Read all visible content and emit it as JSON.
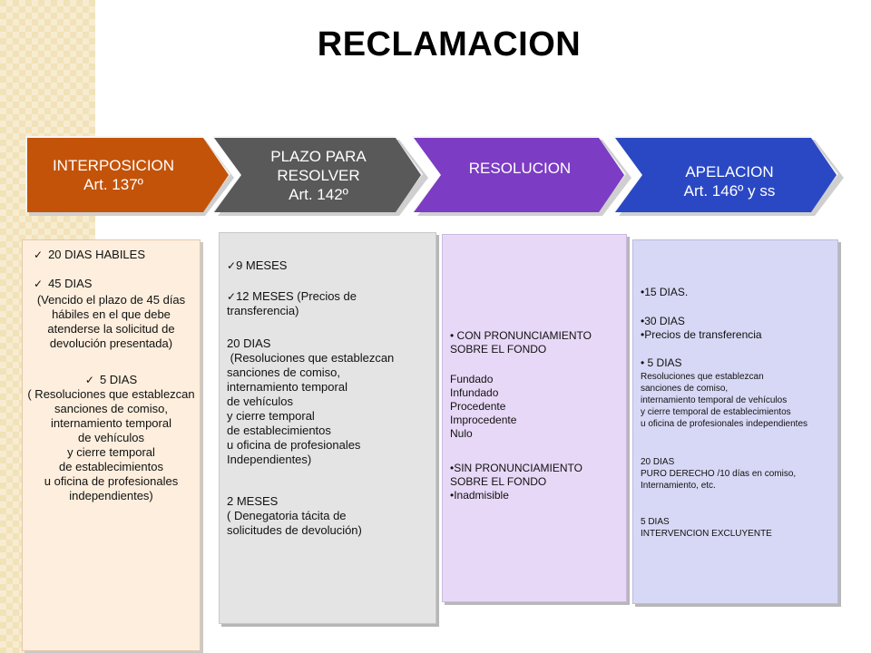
{
  "title": "RECLAMACION",
  "chevrons": [
    {
      "lines": [
        "INTERPOSICION",
        "Art. 137º"
      ],
      "color": "#c4530a"
    },
    {
      "lines": [
        "PLAZO PARA",
        "RESOLVER",
        "Art. 142º"
      ],
      "color": "#595959"
    },
    {
      "lines": [
        "RESOLUCION"
      ],
      "color": "#7c3cc4"
    },
    {
      "lines": [
        "APELACION",
        "Art. 146º y ss"
      ],
      "color": "#2a48c4"
    }
  ],
  "col1": {
    "item1": "20 DIAS HABILES",
    "item2": "45 DIAS",
    "item2_detail": [
      "(Vencido el plazo de 45 días",
      "hábiles en el que debe",
      "atenderse la solicitud de",
      "devolución presentada)"
    ],
    "item3": "5 DIAS",
    "item3_detail": [
      "( Resoluciones que establezcan",
      "sanciones de comiso,",
      "internamiento temporal",
      "de vehículos",
      "y cierre temporal",
      "de establecimientos",
      "u oficina de profesionales",
      "independientes)"
    ]
  },
  "col2": {
    "item1": "9 MESES",
    "item2": [
      "12 MESES (Precios de",
      "transferencia)"
    ],
    "item3": [
      "20 DIAS",
      " (Resoluciones que establezcan",
      "sanciones de comiso,",
      "internamiento temporal",
      "de vehículos",
      "y cierre temporal",
      "de establecimientos",
      "u oficina de profesionales",
      "Independientes)"
    ],
    "item4": [
      "2 MESES",
      "( Denegatoria tácita de",
      "solicitudes de devolución)"
    ]
  },
  "col3": {
    "block1": [
      "• CON PRONUNCIAMIENTO",
      "SOBRE EL FONDO"
    ],
    "block2": [
      "Fundado",
      "Infundado",
      "Procedente",
      "Improcedente",
      "Nulo"
    ],
    "block3": [
      "•SIN PRONUNCIAMIENTO",
      "SOBRE EL FONDO",
      "•Inadmisible"
    ]
  },
  "col4": {
    "a": "•15 DIAS.",
    "b": [
      "•30 DIAS",
      "•Precios de transferencia"
    ],
    "c": "• 5 DIAS",
    "c_detail": [
      "Resoluciones que establezcan",
      "sanciones de comiso,",
      "internamiento temporal de vehículos",
      "y cierre temporal de establecimientos",
      "u oficina de profesionales independientes"
    ],
    "d": [
      "20 DIAS",
      "PURO DERECHO /10 días en comiso,",
      "Internamiento, etc."
    ],
    "e": [
      "5 DIAS",
      "INTERVENCION EXCLUYENTE"
    ]
  }
}
